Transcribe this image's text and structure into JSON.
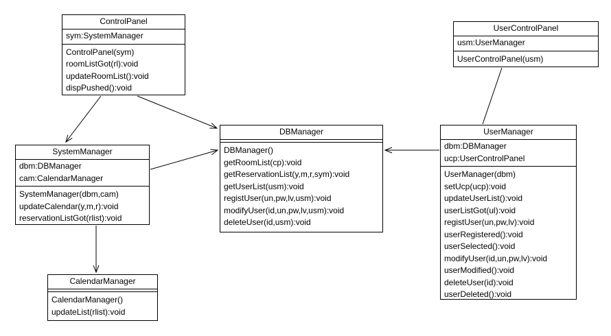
{
  "canvas": {
    "background": "#ffffff",
    "line_color": "#000000",
    "text_color": "#000000"
  },
  "classes": [
    {
      "name": "ControlPanel",
      "attributes": [
        "sym:SystemManager"
      ],
      "methods": [
        "ControlPanel(sym)",
        "roomListGot(rl):void",
        "updateRoomList():void",
        "dispPushed():void"
      ]
    },
    {
      "name": "UserControlPanel",
      "attributes": [
        "usm:UserManager"
      ],
      "methods": [
        "UserControlPanel(usm)"
      ]
    },
    {
      "name": "SystemManager",
      "attributes": [
        "dbm:DBManager",
        "cam:CalendarManager"
      ],
      "methods": [
        "SystemManager(dbm,cam)",
        "updateCalendar(y,m,r):void",
        "reservationListGot(rlist):void"
      ]
    },
    {
      "name": "DBManager",
      "attributes": [],
      "methods": [
        "DBManager()",
        "getRoomList(cp):void",
        "getReservationList(y,m,r,sym):void",
        "getUserList(usm):void",
        "registUser(un,pw,lv,usm):void",
        "modifyUser(id,un,pw,lv,usm):void",
        "deleteUser(id,usm):void"
      ]
    },
    {
      "name": "UserManager",
      "attributes": [
        "dbm:DBManager",
        "ucp:UserControlPanel"
      ],
      "methods": [
        "UserManager(dbm)",
        "setUcp(ucp):void",
        "updateUserList():void",
        "userListGot(ul):void",
        "registUser(un,pw,lv):void",
        "userRegistered():void",
        "userSelected():void",
        "modifyUser(id,un,pw,lv):void",
        "userModified():void",
        "deleteUser(id):void",
        "userDeleted():void"
      ]
    },
    {
      "name": "CalendarManager",
      "attributes": [],
      "methods": [
        "CalendarManager()",
        "updateList(rlist):void"
      ]
    }
  ],
  "relations": [
    {
      "from": "ControlPanel",
      "to": "SystemManager",
      "type": "directed-association"
    },
    {
      "from": "ControlPanel",
      "to": "DBManager",
      "type": "directed-association"
    },
    {
      "from": "SystemManager",
      "to": "DBManager",
      "type": "directed-association"
    },
    {
      "from": "SystemManager",
      "to": "CalendarManager",
      "type": "directed-association"
    },
    {
      "from": "UserManager",
      "to": "DBManager",
      "type": "directed-association"
    },
    {
      "from": "UserControlPanel",
      "to": "UserManager",
      "type": "association"
    }
  ]
}
